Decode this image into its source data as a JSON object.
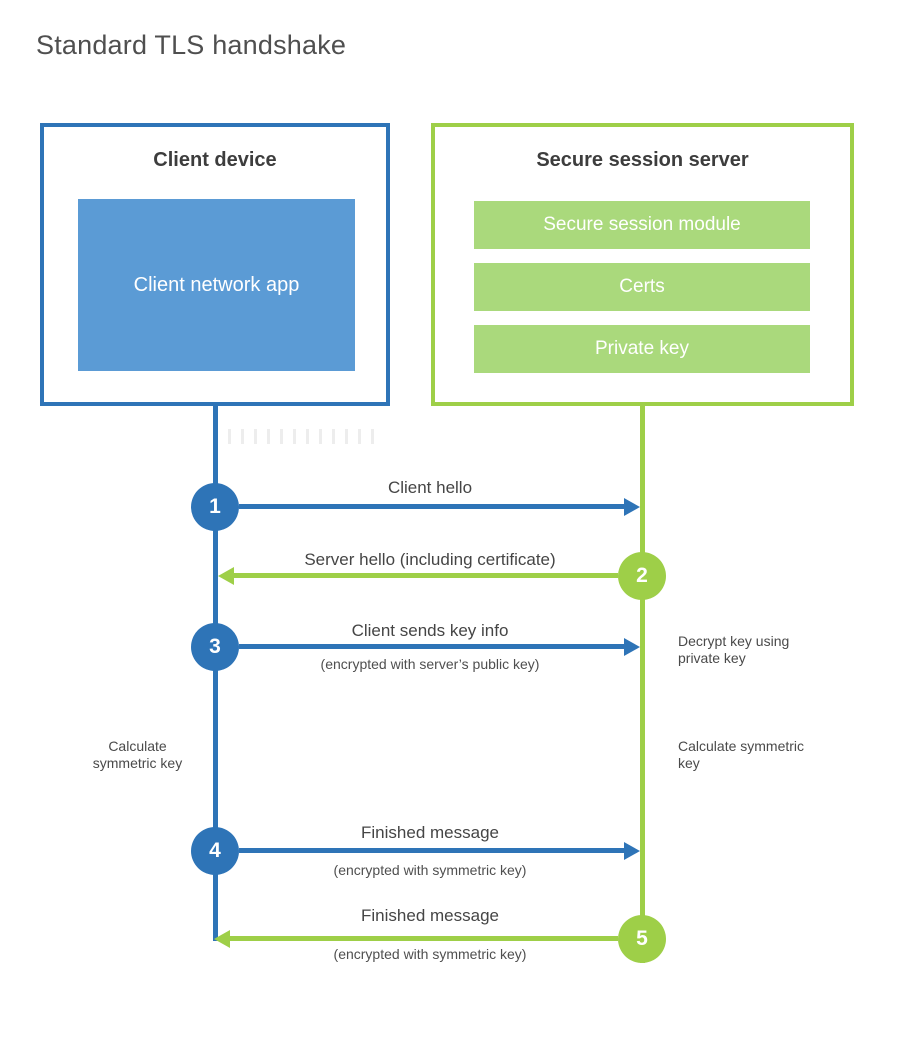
{
  "page": {
    "title": "Standard TLS handshake"
  },
  "colors": {
    "blue": "#2e74b7",
    "blue_light": "#5b9bd5",
    "green": "#9ecf48",
    "green_light": "#aad97c",
    "text_dark": "#3d3d3d",
    "text_label": "#454545"
  },
  "client": {
    "title": "Client device",
    "app_label": "Client network app"
  },
  "server": {
    "title": "Secure session server",
    "modules": [
      "Secure session module",
      "Certs",
      "Private key"
    ]
  },
  "steps": [
    {
      "number": "1",
      "label": "Client hello",
      "direction": "client-to-server"
    },
    {
      "number": "2",
      "label": "Server hello (including certificate)",
      "direction": "server-to-client"
    },
    {
      "number": "3",
      "label": "Client sends key info",
      "sublabel": "(encrypted with server’s public key)",
      "direction": "client-to-server"
    },
    {
      "number": "4",
      "label": "Finished message",
      "sublabel": "(encrypted with symmetric key)",
      "direction": "client-to-server"
    },
    {
      "number": "5",
      "label": "Finished message",
      "sublabel": "(encrypted with symmetric key)",
      "direction": "server-to-client"
    }
  ],
  "annotations": {
    "decrypt_note": "Decrypt key using private key",
    "calculate_left": "Calculate symmetric key",
    "calculate_right": "Calculate symmetric key"
  }
}
